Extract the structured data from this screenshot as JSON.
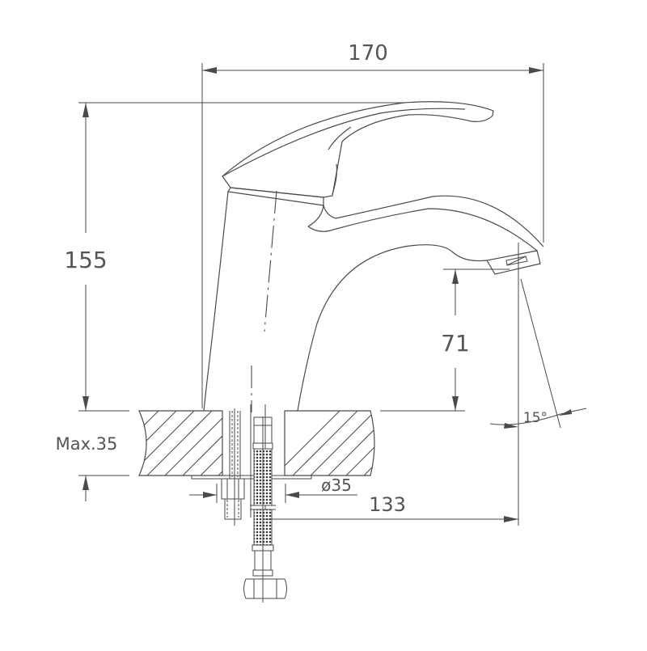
{
  "drawing": {
    "subject": "Single-lever basin mixer faucet",
    "units": "mm",
    "line_color": "#4a4a4a",
    "text_color": "#555555",
    "background": "#ffffff"
  },
  "dimensions": {
    "overall_length": {
      "label": "170",
      "value": 170
    },
    "overall_height": {
      "label": "155",
      "value": 155
    },
    "spout_clearance": {
      "label": "71",
      "value": 71
    },
    "countertop_thickness": {
      "label": "Max.35",
      "value": 35
    },
    "mounting_hole_diameter": {
      "label": "ø35",
      "value": 35
    },
    "spout_reach": {
      "label": "133",
      "value": 133
    },
    "outlet_angle": {
      "label": "15°",
      "value": 15
    }
  },
  "components": {
    "handle": "lever-handle",
    "body": "faucet-body",
    "spout": "spout",
    "aerator": "aerator",
    "countertop": "countertop-section",
    "threaded_stud": "mounting-stud",
    "supply_hose": "braided-supply-hose",
    "hose_nut": "hex-nut"
  }
}
